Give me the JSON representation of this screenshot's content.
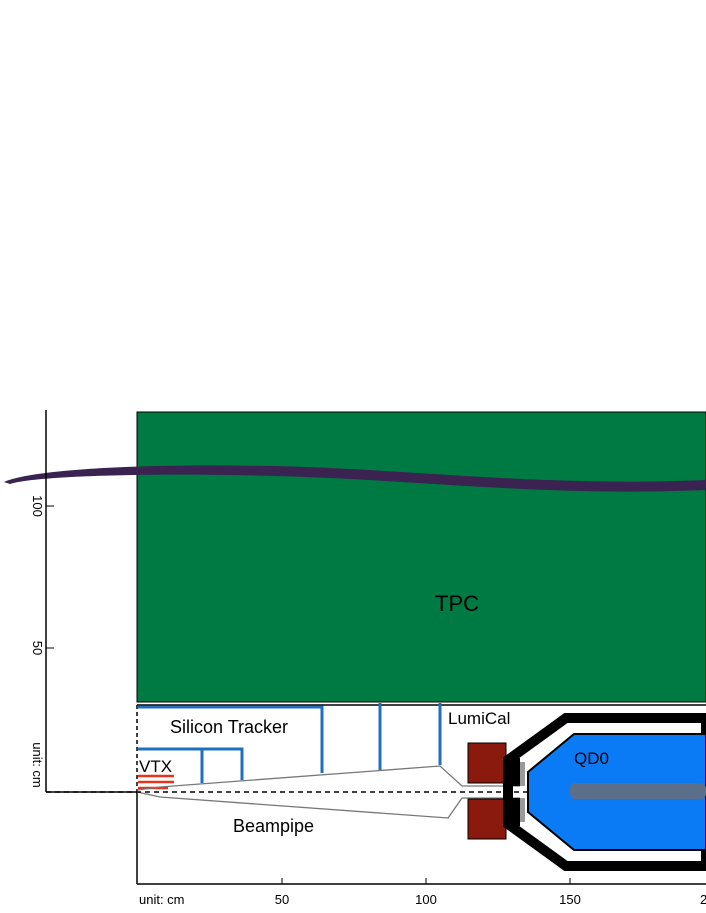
{
  "labels": {
    "tpc": "TPC",
    "silicon_tracker": "Silicon Tracker",
    "lumical": "LumiCal",
    "vtx": "VTX",
    "qd0": "QD0",
    "beampipe": "Beampipe"
  },
  "y_axis": {
    "unit_label": "unit: cm",
    "ticks": [
      "100",
      "50"
    ]
  },
  "x_axis": {
    "unit_label": "unit: cm",
    "ticks": [
      "50",
      "100",
      "150",
      "2"
    ]
  },
  "colors": {
    "tpc_fill": "#007a43",
    "tracker_line": "#1f6fbf",
    "vtx": "#e8321c",
    "lumical": "#8b1a0e",
    "qd0_fill": "#0a7bf5",
    "qd0_core": "#5b6f8a",
    "band": "#3a2350",
    "frame": "#000000"
  }
}
